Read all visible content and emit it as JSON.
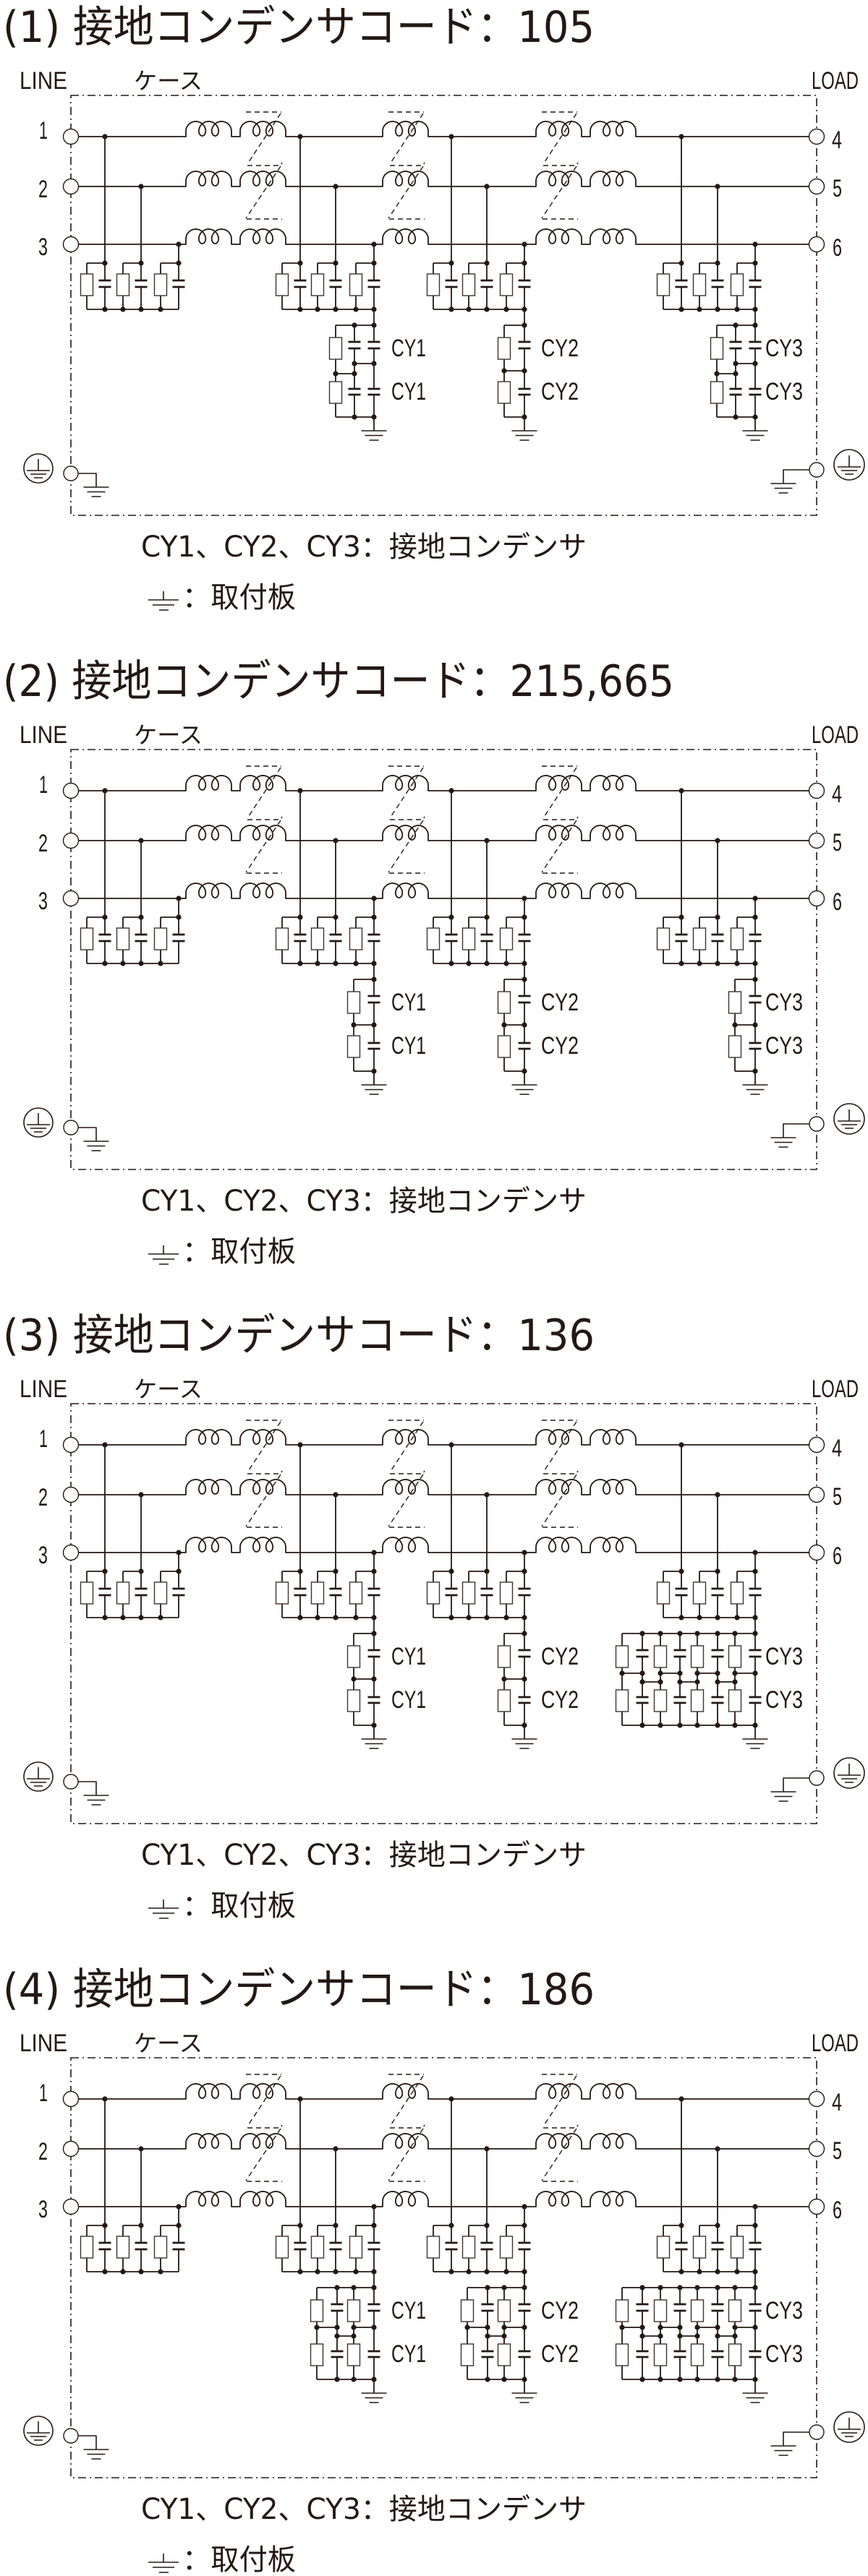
{
  "document": {
    "background": "#ffffff",
    "ink": "#231815",
    "resistor_outline": "#3d3330"
  },
  "sections": [
    {
      "title": "(1) 接地コンデンサコード：105",
      "line_label": "LINE",
      "case_label": "ケース",
      "load_label": "LOAD",
      "line_terminals": [
        "1",
        "2",
        "3"
      ],
      "load_terminals": [
        "4",
        "5",
        "6"
      ],
      "ground_networks": [
        {
          "name": "CY1",
          "topology": "R-C-C",
          "labels": [
            "CY1",
            "CY1"
          ]
        },
        {
          "name": "CY2",
          "topology": "R-C",
          "labels": [
            "CY2",
            "CY2"
          ]
        },
        {
          "name": "CY3",
          "topology": "R-C-C",
          "labels": [
            "CY3",
            "CY3"
          ]
        }
      ],
      "caption": "CY1、CY2、CY3：接地コンデンサ",
      "legend": {
        "icon": "chassis-ground-icon",
        "label": "：取付板"
      }
    },
    {
      "title": "(2) 接地コンデンサコード：215,665",
      "line_label": "LINE",
      "case_label": "ケース",
      "load_label": "LOAD",
      "line_terminals": [
        "1",
        "2",
        "3"
      ],
      "load_terminals": [
        "4",
        "5",
        "6"
      ],
      "ground_networks": [
        {
          "name": "CY1",
          "topology": "R-C",
          "labels": [
            "CY1",
            "CY1"
          ]
        },
        {
          "name": "CY2",
          "topology": "R-C",
          "labels": [
            "CY2",
            "CY2"
          ]
        },
        {
          "name": "CY3",
          "topology": "R-C",
          "labels": [
            "CY3",
            "CY3"
          ]
        }
      ],
      "caption": "CY1、CY2、CY3：接地コンデンサ",
      "legend": {
        "icon": "chassis-ground-icon",
        "label": "：取付板"
      }
    },
    {
      "title": "(3) 接地コンデンサコード：136",
      "line_label": "LINE",
      "case_label": "ケース",
      "load_label": "LOAD",
      "line_terminals": [
        "1",
        "2",
        "3"
      ],
      "load_terminals": [
        "4",
        "5",
        "6"
      ],
      "ground_networks": [
        {
          "name": "CY1",
          "topology": "R-C",
          "labels": [
            "CY1",
            "CY1"
          ]
        },
        {
          "name": "CY2",
          "topology": "R-C",
          "labels": [
            "CY2",
            "CY2"
          ]
        },
        {
          "name": "CY3",
          "topology": "R-C-R-C-R-C-R-C",
          "labels": [
            "CY3",
            "CY3"
          ]
        }
      ],
      "caption": "CY1、CY2、CY3：接地コンデンサ",
      "legend": {
        "icon": "chassis-ground-icon",
        "label": "：取付板"
      }
    },
    {
      "title": "(4) 接地コンデンサコード：186",
      "line_label": "LINE",
      "case_label": "ケース",
      "load_label": "LOAD",
      "line_terminals": [
        "1",
        "2",
        "3"
      ],
      "load_terminals": [
        "4",
        "5",
        "6"
      ],
      "ground_networks": [
        {
          "name": "CY1",
          "topology": "R-C-R-C",
          "labels": [
            "CY1",
            "CY1"
          ]
        },
        {
          "name": "CY2",
          "topology": "R-C-R-C",
          "labels": [
            "CY2",
            "CY2"
          ]
        },
        {
          "name": "CY3",
          "topology": "R-C-R-C-R-C-R-C",
          "labels": [
            "CY3",
            "CY3"
          ]
        }
      ],
      "caption": "CY1、CY2、CY3：接地コンデンサ",
      "legend": {
        "icon": "chassis-ground-icon",
        "label": "：取付板"
      }
    }
  ]
}
